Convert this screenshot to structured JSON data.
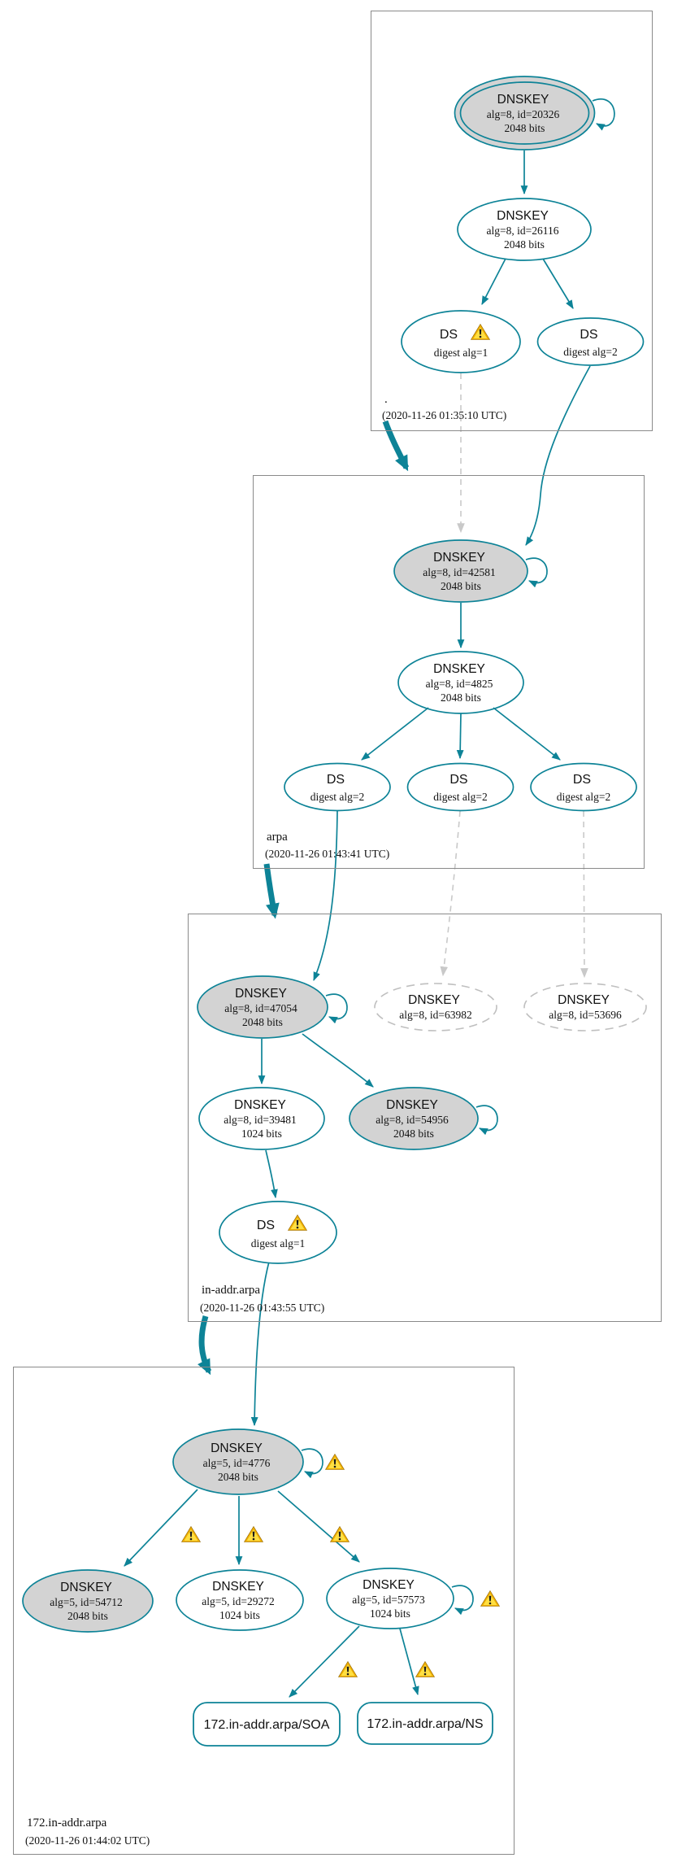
{
  "colors": {
    "accent_teal": "#0d8397",
    "sep_key_fill": "#d3d3d3",
    "missing_key_stroke": "#bfbfbf",
    "cluster_border": "#8a8a8a",
    "warning_yellow": "#ffdf42"
  },
  "icons": {
    "warning_triangle": "⚠",
    "self_signing_loop": "curved self-loop arrow"
  },
  "zones": [
    {
      "label": ".",
      "timestamp": "(2020-11-26 01:35:10 UTC)",
      "nodes": {
        "ksk": {
          "title": "DNSKEY",
          "detail": "alg=8, id=20326",
          "bits": "2048 bits"
        },
        "zsk": {
          "title": "DNSKEY",
          "detail": "alg=8, id=26116",
          "bits": "2048 bits"
        },
        "ds1": {
          "title": "DS",
          "detail": "digest alg=1"
        },
        "ds2": {
          "title": "DS",
          "detail": "digest alg=2"
        }
      }
    },
    {
      "label": "arpa",
      "timestamp": "(2020-11-26 01:43:41 UTC)",
      "nodes": {
        "ksk": {
          "title": "DNSKEY",
          "detail": "alg=8, id=42581",
          "bits": "2048 bits"
        },
        "zsk": {
          "title": "DNSKEY",
          "detail": "alg=8, id=4825",
          "bits": "2048 bits"
        },
        "ds1": {
          "title": "DS",
          "detail": "digest alg=2"
        },
        "ds2": {
          "title": "DS",
          "detail": "digest alg=2"
        },
        "ds3": {
          "title": "DS",
          "detail": "digest alg=2"
        }
      }
    },
    {
      "label": "in-addr.arpa",
      "timestamp": "(2020-11-26 01:43:55 UTC)",
      "nodes": {
        "ksk": {
          "title": "DNSKEY",
          "detail": "alg=8, id=47054",
          "bits": "2048 bits"
        },
        "missing1": {
          "title": "DNSKEY",
          "detail": "alg=8, id=63982"
        },
        "missing2": {
          "title": "DNSKEY",
          "detail": "alg=8, id=53696"
        },
        "zsk": {
          "title": "DNSKEY",
          "detail": "alg=8, id=39481",
          "bits": "1024 bits"
        },
        "key54956": {
          "title": "DNSKEY",
          "detail": "alg=8, id=54956",
          "bits": "2048 bits"
        },
        "ds": {
          "title": "DS",
          "detail": "digest alg=1"
        }
      }
    },
    {
      "label": "172.in-addr.arpa",
      "timestamp": "(2020-11-26 01:44:02 UTC)",
      "nodes": {
        "ksk": {
          "title": "DNSKEY",
          "detail": "alg=5, id=4776",
          "bits": "2048 bits"
        },
        "key54712": {
          "title": "DNSKEY",
          "detail": "alg=5, id=54712",
          "bits": "2048 bits"
        },
        "key29272": {
          "title": "DNSKEY",
          "detail": "alg=5, id=29272",
          "bits": "1024 bits"
        },
        "key57573": {
          "title": "DNSKEY",
          "detail": "alg=5, id=57573",
          "bits": "1024 bits"
        },
        "soa": {
          "label": "172.in-addr.arpa/SOA"
        },
        "ns": {
          "label": "172.in-addr.arpa/NS"
        }
      }
    }
  ]
}
